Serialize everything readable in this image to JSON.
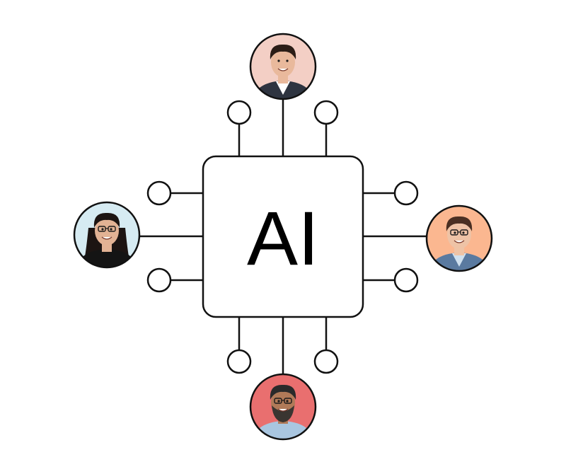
{
  "chip": {
    "label": "AI"
  },
  "people": [
    {
      "name": "person-top",
      "bg": "#f3cfc5",
      "skin": "#e9b99c",
      "hair": "#2b1d16",
      "shirt": "#ffffff",
      "jacket": "#2e3440",
      "glasses": false,
      "beard": false,
      "long_hair": false
    },
    {
      "name": "person-left",
      "bg": "#d6ebf2",
      "skin": "#e2b294",
      "hair": "#1c1412",
      "shirt": "#141414",
      "jacket": "#141414",
      "glasses": true,
      "beard": false,
      "long_hair": true
    },
    {
      "name": "person-right",
      "bg": "#fbb790",
      "skin": "#eec3a6",
      "hair": "#4a2f22",
      "shirt": "#cfe0ef",
      "jacket": "#5a7aa0",
      "glasses": true,
      "beard": false,
      "long_hair": false
    },
    {
      "name": "person-bottom",
      "bg": "#e96f6f",
      "skin": "#b07a58",
      "hair": "#2a2a2a",
      "shirt": "#a9c6e0",
      "jacket": "#a9c6e0",
      "glasses": true,
      "beard": true,
      "long_hair": false
    }
  ],
  "colors": {
    "stroke": "#111111",
    "fill": "#ffffff"
  }
}
